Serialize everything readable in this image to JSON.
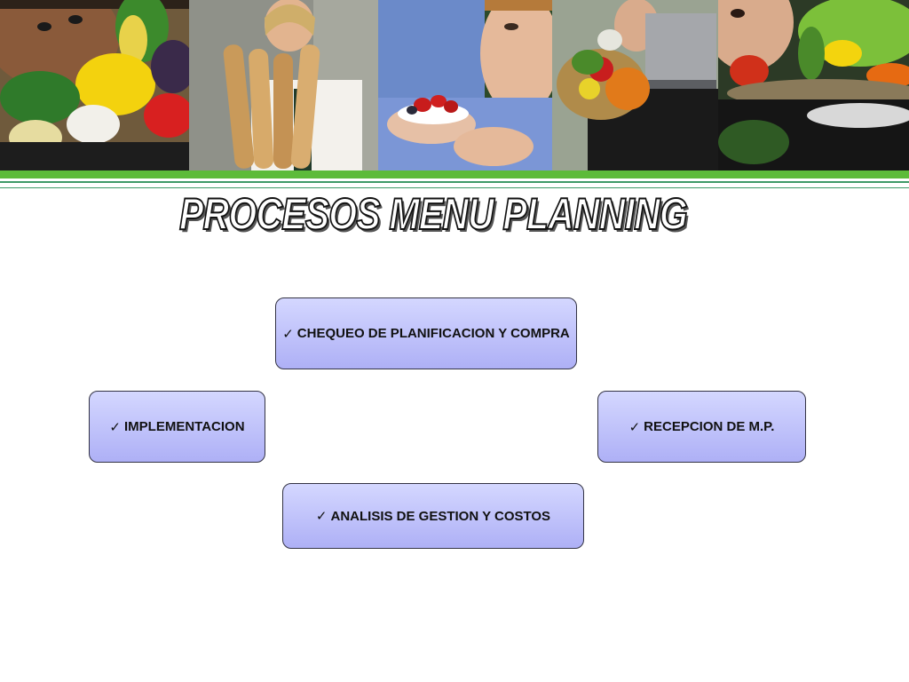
{
  "title": "PROCESOS MENU PLANNING",
  "banner": {
    "photos": [
      "vegetables-man-photo",
      "bread-woman-photo",
      "dessert-man-photo",
      "chef-laptop-photo",
      "vegetable-platter-photo"
    ]
  },
  "processes": {
    "top": {
      "check": "✓",
      "label": "CHEQUEO DE PLANIFICACION Y COMPRA"
    },
    "left": {
      "check": "✓",
      "label": "IMPLEMENTACION"
    },
    "right": {
      "check": "✓",
      "label": "RECEPCION DE M.P."
    },
    "bottom": {
      "check": "✓",
      "label": "ANALISIS DE GESTION Y COSTOS"
    }
  },
  "colors": {
    "box_fill_top": "#d4d7ff",
    "box_fill_bottom": "#aeb0f6",
    "accent_green": "#5dbb3a",
    "line_green": "#3f9a68"
  }
}
